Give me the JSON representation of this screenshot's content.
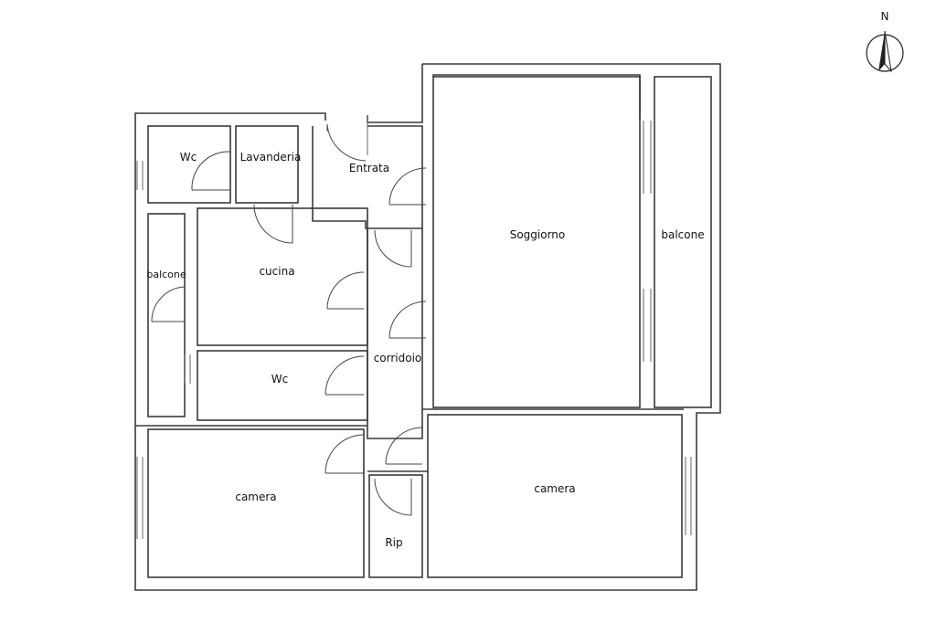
{
  "compass": {
    "letter": "N",
    "icon": "north-arrow-icon"
  },
  "rooms": [
    {
      "id": "wc-top",
      "label": "Wc"
    },
    {
      "id": "lavanderia",
      "label": "Lavanderia"
    },
    {
      "id": "entrata",
      "label": "Entrata"
    },
    {
      "id": "soggiorno",
      "label": "Soggiorno"
    },
    {
      "id": "balcone-east",
      "label": "balcone"
    },
    {
      "id": "balcone-west",
      "label": "balcone"
    },
    {
      "id": "cucina",
      "label": "cucina"
    },
    {
      "id": "corridoio",
      "label": "corridoio"
    },
    {
      "id": "wc-bottom",
      "label": "Wc"
    },
    {
      "id": "camera-west",
      "label": "camera"
    },
    {
      "id": "camera-east",
      "label": "camera"
    },
    {
      "id": "ripostiglio",
      "label": "Rip"
    }
  ],
  "colors": {
    "wall": "#3a3a3a",
    "background": "#ffffff"
  }
}
